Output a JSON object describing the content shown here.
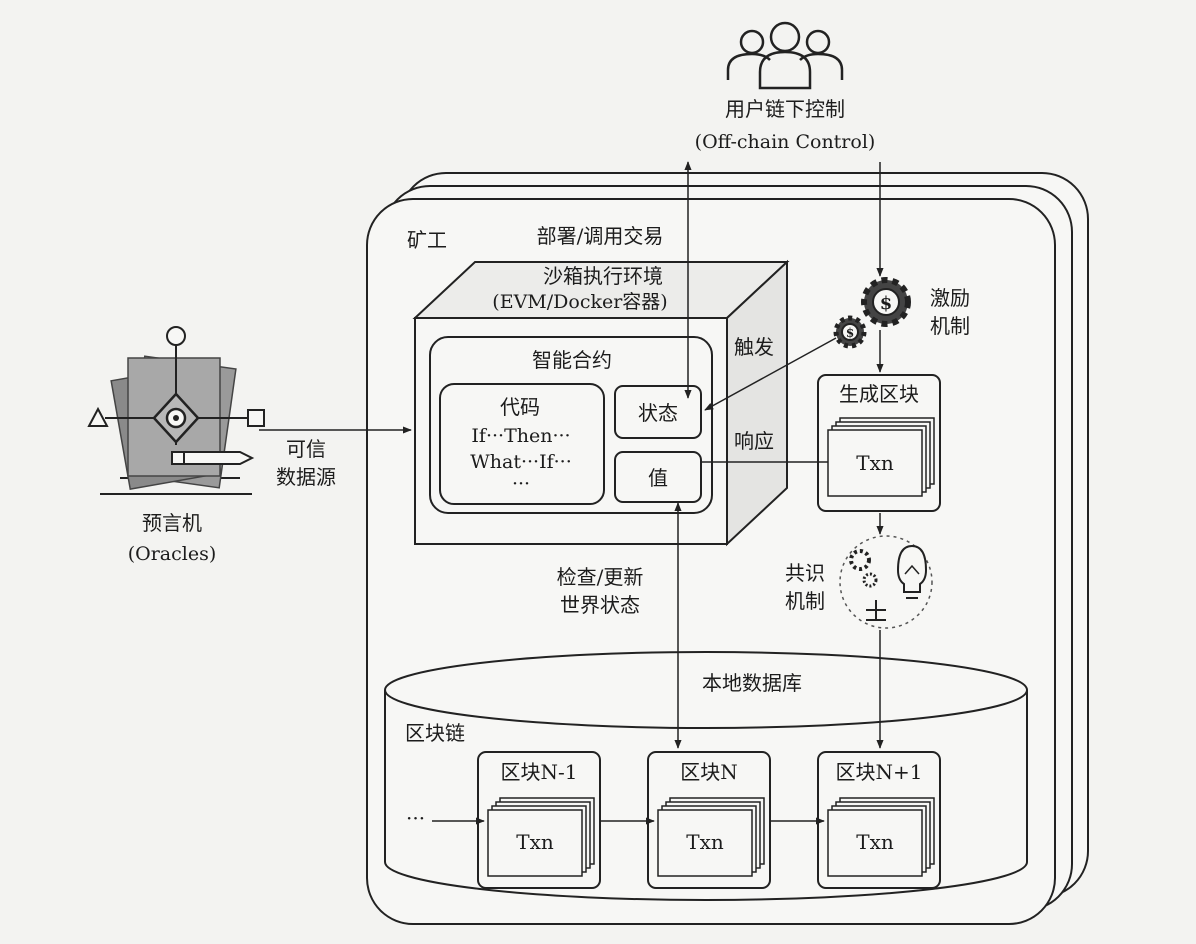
{
  "user": {
    "title": "用户链下控制",
    "subtitle": "(Off-chain Control)"
  },
  "miner": {
    "label": "矿工"
  },
  "deploy": {
    "label": "部署/调用交易"
  },
  "sandbox": {
    "title": "沙箱执行环境",
    "subtitle": "(EVM/Docker容器)"
  },
  "contract": {
    "title": "智能合约",
    "code_title": "代码",
    "code_lines": [
      "If···Then···",
      "What···If···",
      "···"
    ],
    "state": "状态",
    "value": "值"
  },
  "oracle": {
    "title": "预言机",
    "subtitle": "(Oracles)"
  },
  "trusted_source": {
    "line1": "可信",
    "line2": "数据源"
  },
  "incentive": {
    "line1": "激励",
    "line2": "机制"
  },
  "trigger": {
    "label": "触发"
  },
  "respond": {
    "label": "响应"
  },
  "gen_block": {
    "title": "生成区块",
    "txn": "Txn"
  },
  "consensus": {
    "line1": "共识",
    "line2": "机制"
  },
  "check_update": {
    "line1": "检查/更新",
    "line2": "世界状态"
  },
  "database": {
    "label": "本地数据库"
  },
  "blockchain": {
    "label": "区块链",
    "ellipsis": "···",
    "blocks": [
      {
        "title": "区块N-1",
        "txn": "Txn"
      },
      {
        "title": "区块N",
        "txn": "Txn"
      },
      {
        "title": "区块N+1",
        "txn": "Txn"
      }
    ]
  }
}
